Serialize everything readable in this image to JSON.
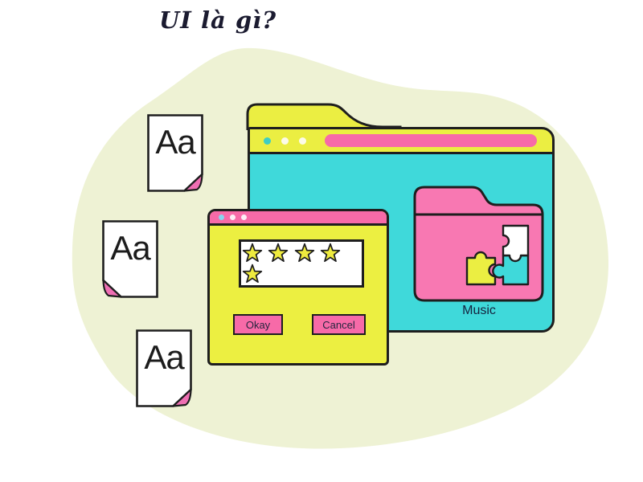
{
  "title": {
    "text": "UI là gì?",
    "color": "#1b1b30"
  },
  "colors": {
    "background": "#ffffff",
    "blob": "#eef2d4",
    "yellow": "#ebee42",
    "teal": "#3fd9da",
    "pink": "#f76aa8",
    "folder_pink": "#f878b2",
    "fold_pink": "#ef6fb3",
    "outline": "#1e1e1e",
    "dark_text": "#15233f"
  },
  "documents": [
    {
      "label": "Aa",
      "fold": "bottom-right"
    },
    {
      "label": "Aa",
      "fold": "bottom-left"
    },
    {
      "label": "Aa",
      "fold": "bottom-right"
    }
  ],
  "browser_window": {
    "dots": [
      "#3fcdc4",
      "#fcfbe7",
      "#fcfbe7"
    ],
    "address_bar_color": "#f76aa8",
    "folder": {
      "label": "Music",
      "color": "#f878b2",
      "puzzle_colors": [
        "#ebee42",
        "#ffffff",
        "#3fd9da"
      ]
    }
  },
  "dialog": {
    "dots": [
      "#87d5ef",
      "#fbeef5",
      "#fbeef5"
    ],
    "rating": {
      "stars": 5,
      "star_color": "#eeeb3e"
    },
    "buttons": [
      {
        "label": "Okay"
      },
      {
        "label": "Cancel"
      }
    ]
  }
}
